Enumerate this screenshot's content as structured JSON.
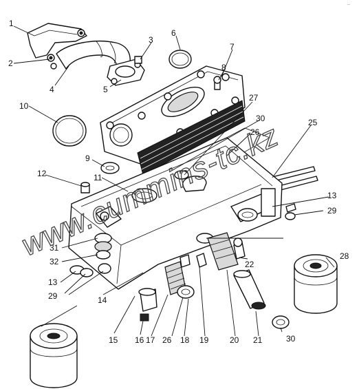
{
  "corner_mark": "--",
  "watermark": "www.cummins-tc.kz",
  "callouts": [
    {
      "id": "c1",
      "text": "1"
    },
    {
      "id": "c2",
      "text": "2"
    },
    {
      "id": "c3",
      "text": "3"
    },
    {
      "id": "c4",
      "text": "4"
    },
    {
      "id": "c5",
      "text": "5"
    },
    {
      "id": "c6",
      "text": "6"
    },
    {
      "id": "c7",
      "text": "7"
    },
    {
      "id": "c8",
      "text": "8"
    },
    {
      "id": "c9",
      "text": "9"
    },
    {
      "id": "c10",
      "text": "10"
    },
    {
      "id": "c11",
      "text": "11"
    },
    {
      "id": "c12",
      "text": "12"
    },
    {
      "id": "c13a",
      "text": "13"
    },
    {
      "id": "c13b",
      "text": "13"
    },
    {
      "id": "c14",
      "text": "14"
    },
    {
      "id": "c15",
      "text": "15"
    },
    {
      "id": "c16",
      "text": "16"
    },
    {
      "id": "c17",
      "text": "17"
    },
    {
      "id": "c18",
      "text": "18"
    },
    {
      "id": "c19",
      "text": "19"
    },
    {
      "id": "c20",
      "text": "20"
    },
    {
      "id": "c21",
      "text": "21"
    },
    {
      "id": "c22",
      "text": "22"
    },
    {
      "id": "c25",
      "text": "25"
    },
    {
      "id": "c26a",
      "text": "26"
    },
    {
      "id": "c26b",
      "text": "26"
    },
    {
      "id": "c27",
      "text": "27"
    },
    {
      "id": "c28",
      "text": "28"
    },
    {
      "id": "c29a",
      "text": "29"
    },
    {
      "id": "c29b",
      "text": "29"
    },
    {
      "id": "c30a",
      "text": "30"
    },
    {
      "id": "c30b",
      "text": "30"
    },
    {
      "id": "c31",
      "text": "31"
    },
    {
      "id": "c32",
      "text": "32"
    }
  ]
}
